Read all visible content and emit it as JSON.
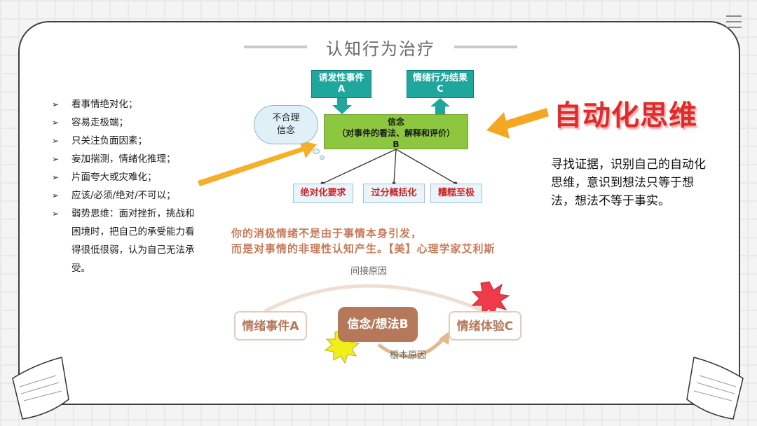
{
  "slide": {
    "title": "认知行为治疗",
    "bullets": [
      "看事情绝对化；",
      "容易走极端；",
      "只关注负面因素；",
      " 妄加揣测，情绪化推理；",
      "片面夸大或灾难化；",
      "应该/必须/绝对/不可以；",
      "弱势思维：面对挫折，挑战和困境时，把自己的承受能力看得很低很弱，认为自己无法承受。"
    ],
    "auto_title": "自动化思维",
    "right_paragraph": "寻找证据，识别自己的自动化思维，意识到想法只等于想法，想法不等于事实。"
  },
  "diagram": {
    "box_a_title": "诱发性事件",
    "box_a_letter": "A",
    "box_c_title": "情绪行为结果",
    "box_c_letter": "C",
    "box_b_title": "信念",
    "box_b_sub": "（对事件的看法、解释和评价）",
    "box_b_letter": "B",
    "cloud_line1": "不合理",
    "cloud_line2": "信念",
    "red_boxes": [
      "绝对化要求",
      "过分概括化",
      "糟糕至极"
    ]
  },
  "quote": {
    "line1": "你的消极情绪不是由于事情本身引发，",
    "line2": "而是对事情的非理性认知产生。【美】心理学家艾利斯"
  },
  "flow": {
    "indirect_label": "间接原因",
    "root_label": "根本原因",
    "box_a": "情绪事件A",
    "box_b": "信念/想法B",
    "box_c": "情绪体验C"
  },
  "colors": {
    "teal": "#1fa79e",
    "green": "#8dc63f",
    "red_text": "#e02b2b",
    "arrow_orange": "#f5a623",
    "brown": "#b5785a"
  }
}
